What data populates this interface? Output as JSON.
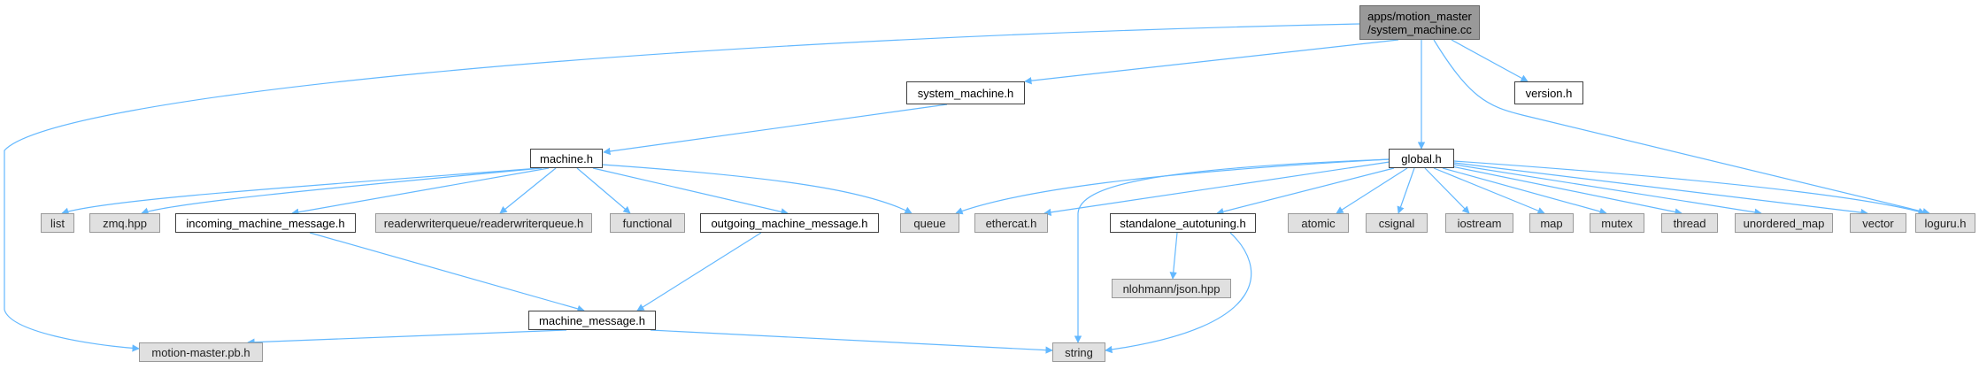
{
  "graph": {
    "edge_color": "#63b8ff",
    "colors": {
      "root": "#999999",
      "local": "#ffffff",
      "external": "#e0e0e0"
    },
    "root": {
      "line1": "apps/motion_master",
      "line2": "/system_machine.cc"
    },
    "nodes": {
      "system_machine_h": "system_machine.h",
      "version_h": "version.h",
      "machine_h": "machine.h",
      "global_h": "global.h",
      "list": "list",
      "zmq_hpp": "zmq.hpp",
      "incoming_machine_message_h": "incoming_machine_message.h",
      "readerwriterqueue_h": "readerwriterqueue/readerwriterqueue.h",
      "functional": "functional",
      "outgoing_machine_message_h": "outgoing_machine_message.h",
      "queue": "queue",
      "ethercat_h": "ethercat.h",
      "standalone_autotuning_h": "standalone_autotuning.h",
      "atomic": "atomic",
      "csignal": "csignal",
      "iostream": "iostream",
      "map": "map",
      "mutex": "mutex",
      "thread": "thread",
      "unordered_map": "unordered_map",
      "vector": "vector",
      "loguru_h": "loguru.h",
      "nlohmann_json_hpp": "nlohmann/json.hpp",
      "machine_message_h": "machine_message.h",
      "motion_master_pb_h": "motion-master.pb.h",
      "string": "string"
    }
  }
}
